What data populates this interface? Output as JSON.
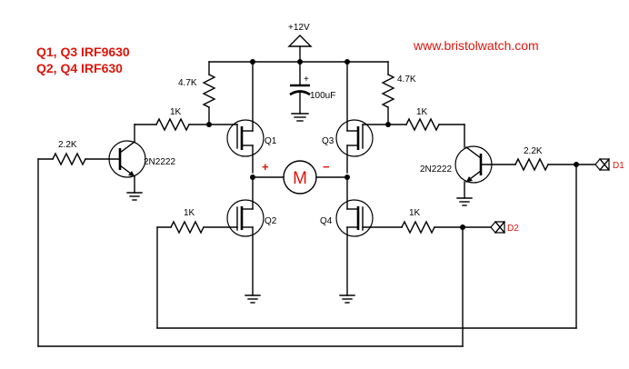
{
  "title_lines": [
    "Q1, Q3 IRF9630",
    "Q2, Q4 IRF630"
  ],
  "website": "www.bristolwatch.com",
  "supply": "+12V",
  "capacitor": "100uF",
  "motor": "M",
  "polarity": {
    "plus": "+",
    "minus": "−"
  },
  "transistors": {
    "q1": "Q1",
    "q2": "Q2",
    "q3": "Q3",
    "q4": "Q4",
    "npn": "2N2222"
  },
  "resistors": {
    "r47k": "4.7K",
    "r1k": "1K",
    "r22k": "2.2K"
  },
  "ports": {
    "d1": "D1",
    "d2": "D2"
  }
}
